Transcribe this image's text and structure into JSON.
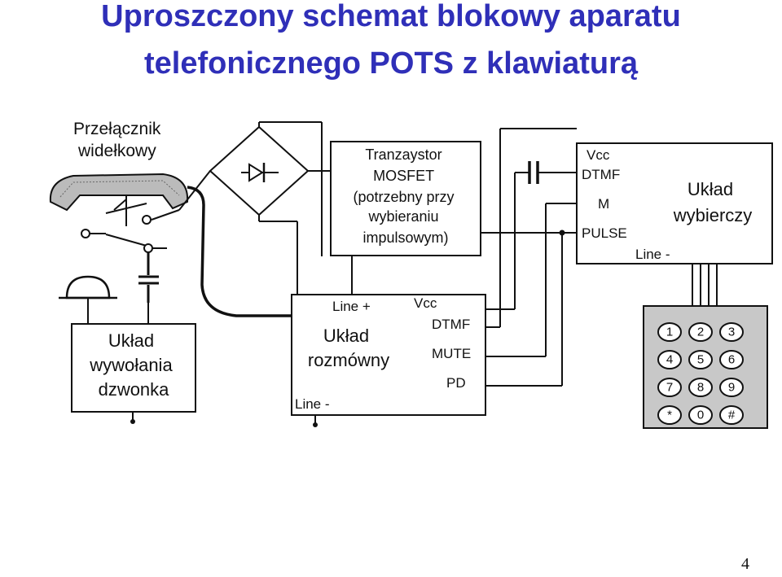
{
  "title": {
    "line1": "Uproszczony schemat blokowy aparatu",
    "line2": "telefonicznego POTS z klawiaturą"
  },
  "labels": {
    "switch": [
      "Przełącznik",
      "widełkowy"
    ],
    "mosfet": [
      "Tranzaystor",
      "MOSFET",
      "(potrzebny przy",
      "wybieraniu",
      "impulsowym)"
    ],
    "dialer": {
      "title": [
        "Układ",
        "wybierczy"
      ],
      "pins": [
        "Vcc",
        "DTMF",
        "M",
        "PULSE",
        "Line -"
      ]
    },
    "speech": {
      "title": [
        "Układ",
        "rozmówny"
      ],
      "pins": [
        "Line +",
        "Vcc",
        "DTMF",
        "MUTE",
        "PD",
        "Line -"
      ]
    },
    "ringer": [
      "Układ",
      "wywołania",
      "dzwonka"
    ]
  },
  "keypad": {
    "keys": [
      "1",
      "2",
      "3",
      "4",
      "5",
      "6",
      "7",
      "8",
      "9",
      "*",
      "0",
      "#"
    ]
  },
  "page_number": "4"
}
